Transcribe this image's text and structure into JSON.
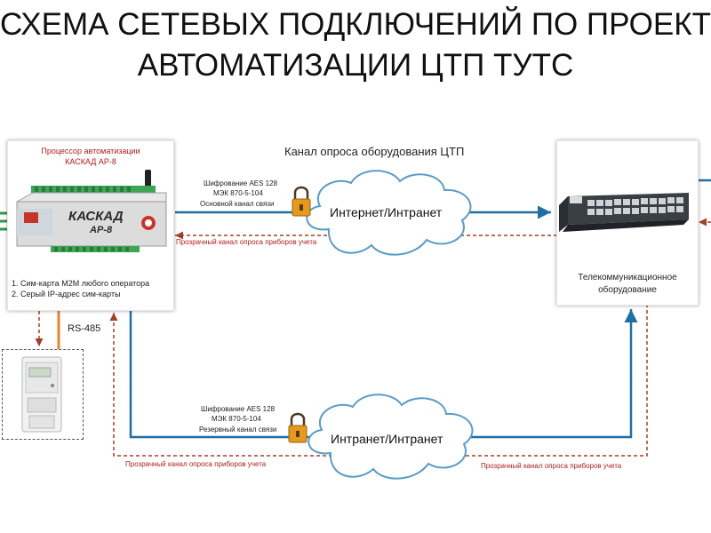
{
  "title": {
    "line1": "СХЕМА СЕТЕВЫХ ПОДКЛЮЧЕНИЙ ПО ПРОЕКТУ",
    "line2": "АВТОМАТИЗАЦИИ ЦТП ТУТС"
  },
  "channel_heading": "Канал опроса оборудования ЦТП",
  "processor": {
    "caption_line1": "Процессор автоматизации",
    "caption_line2": "КАСКАД АР-8",
    "device_brand": "КАСКАД",
    "device_model": "АР-8",
    "note1": "1. Сим-карта M2M любого оператора",
    "note2": "2. Серый IP-адрес сим-карты"
  },
  "telecom": {
    "label_line1": "Телекоммуникационное",
    "label_line2": "оборудование"
  },
  "rs485": "RS-485",
  "main_link": {
    "enc1": "Шифрование AES 128",
    "enc2": "МЭК 870-5-104",
    "name": "Основной канал связи",
    "cloud": "Интернет/Интранет",
    "transparent": "Прозрачный канал опроса приборов учета"
  },
  "backup_link": {
    "enc1": "Шифрование AES 128",
    "enc2": "МЭК 870-5-104",
    "name": "Резервный канал связи",
    "cloud": "Интранет/Интранет",
    "transparent_left": "Прозрачный канал опроса приборов учета",
    "transparent_right": "Прозрачный канал опроса приборов учета"
  },
  "colors": {
    "blue_line": "#1f6fa3",
    "red_dashed": "#a0402a",
    "cloud_stroke": "#5a9cc6"
  }
}
